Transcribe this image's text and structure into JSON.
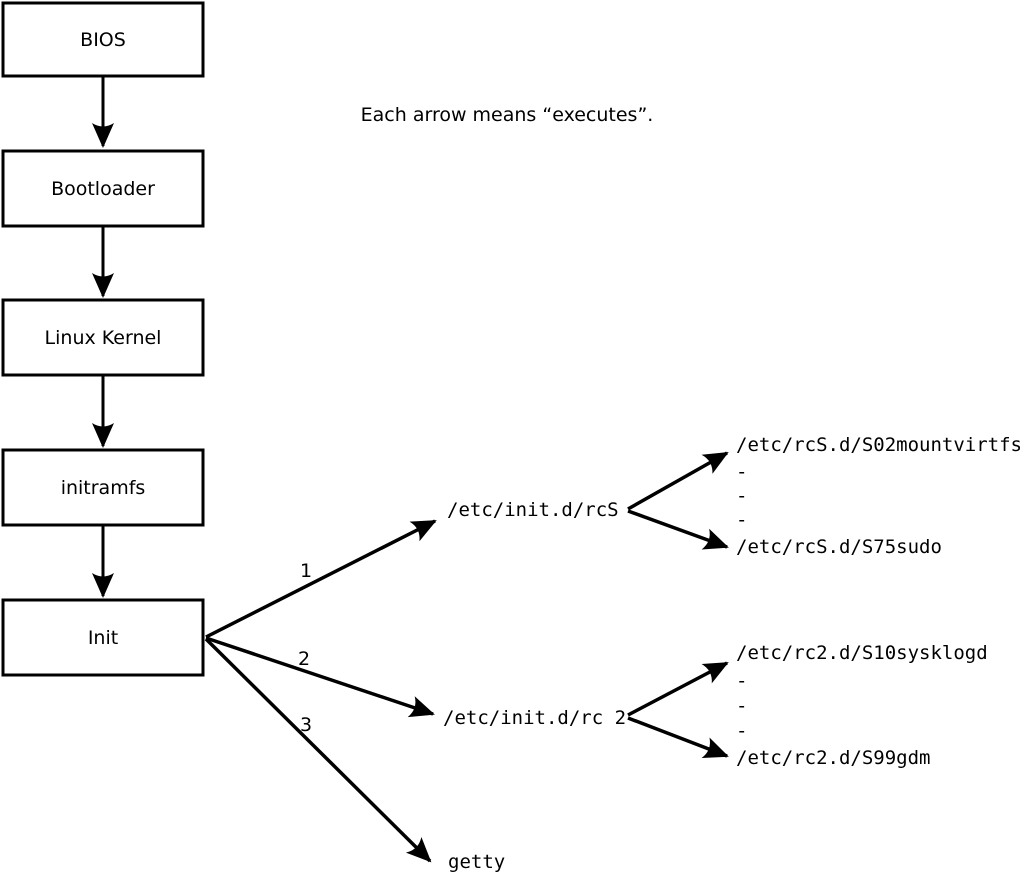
{
  "diagram": {
    "note": "Each arrow means “executes”.",
    "colors": {
      "background": "#ffffff",
      "line": "#000000",
      "box_fill": "#ffffff",
      "text": "#000000"
    },
    "chain": [
      "BIOS",
      "Bootloader",
      "Linux Kernel",
      "initramfs",
      "Init"
    ],
    "branches": [
      {
        "number": "1",
        "target": "/etc/init.d/rcS",
        "children": [
          "/etc/rcS.d/S02mountvirtfs",
          "-",
          "-",
          "-",
          "/etc/rcS.d/S75sudo"
        ]
      },
      {
        "number": "2",
        "target": "/etc/init.d/rc 2",
        "children": [
          "/etc/rc2.d/S10sysklogd",
          "-",
          "-",
          "-",
          "/etc/rc2.d/S99gdm"
        ]
      },
      {
        "number": "3",
        "target": "getty",
        "children": []
      }
    ]
  }
}
